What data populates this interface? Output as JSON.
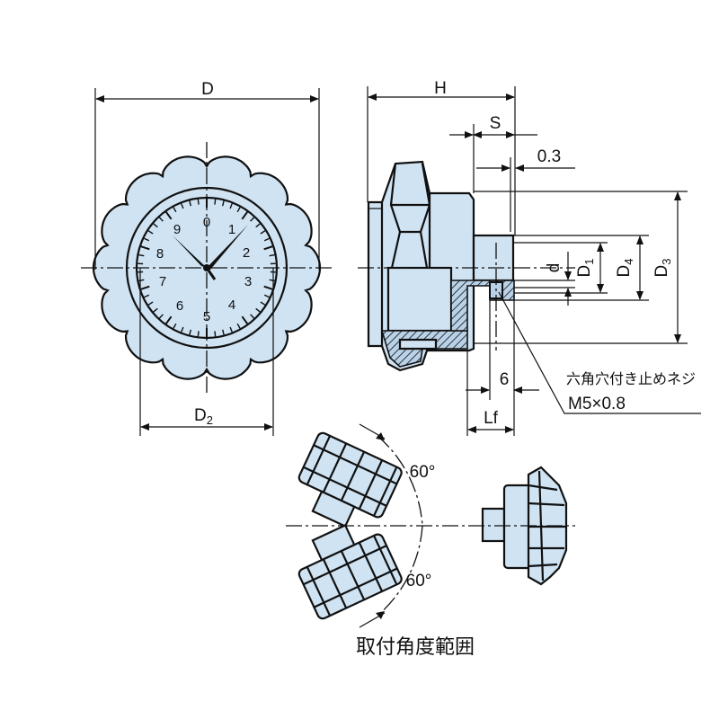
{
  "labels": {
    "dim_D": "D",
    "dim_D2_main": "D",
    "dim_D2_sub": "2",
    "dim_H": "H",
    "dim_S": "S",
    "dim_gap": "0.3",
    "dim_d": "d",
    "dim_D1_main": "D",
    "dim_D1_sub": "1",
    "dim_D4_main": "D",
    "dim_D4_sub": "4",
    "dim_D3_main": "D",
    "dim_D3_sub": "3",
    "dim_6": "6",
    "dim_Lf": "Lf",
    "screw_note_line1": "六角穴付き止めネジ",
    "screw_note_line2": "M5×0.8",
    "angle_upper": "60°",
    "angle_lower": "60°",
    "caption": "取付角度範囲"
  },
  "dial_numbers": [
    "0",
    "1",
    "2",
    "3",
    "4",
    "5",
    "6",
    "7",
    "8",
    "9"
  ],
  "colors": {
    "part_fill": "#cfe3f3",
    "line": "#111111"
  }
}
